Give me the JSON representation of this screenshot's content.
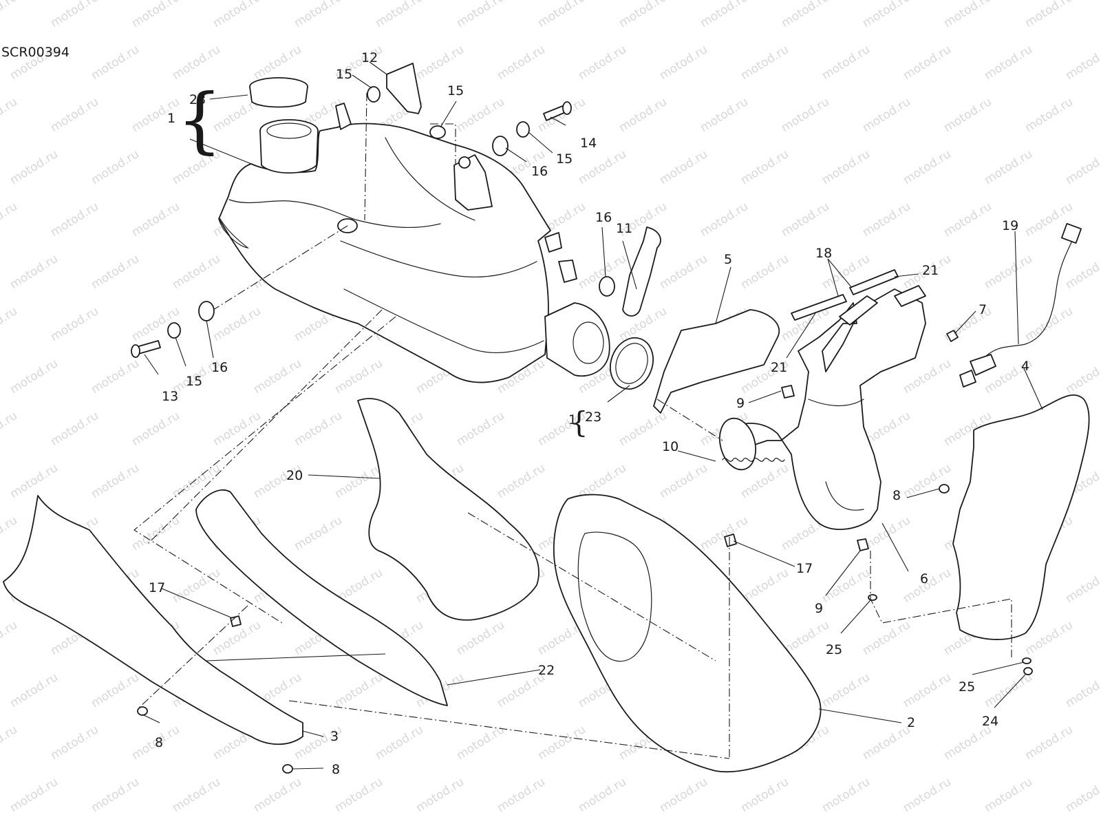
{
  "drawing_code": "SCR00394",
  "watermark": "motod.ru",
  "callouts": [
    "1",
    "2",
    "3",
    "4",
    "5",
    "6",
    "7",
    "8",
    "9",
    "10",
    "11",
    "12",
    "13",
    "14",
    "15",
    "16",
    "17",
    "18",
    "19",
    "20",
    "21",
    "22",
    "23",
    "24",
    "25"
  ],
  "colors": {
    "line": "#1a1a1a",
    "paper": "#ffffff",
    "watermark": "#b8b8b8"
  }
}
